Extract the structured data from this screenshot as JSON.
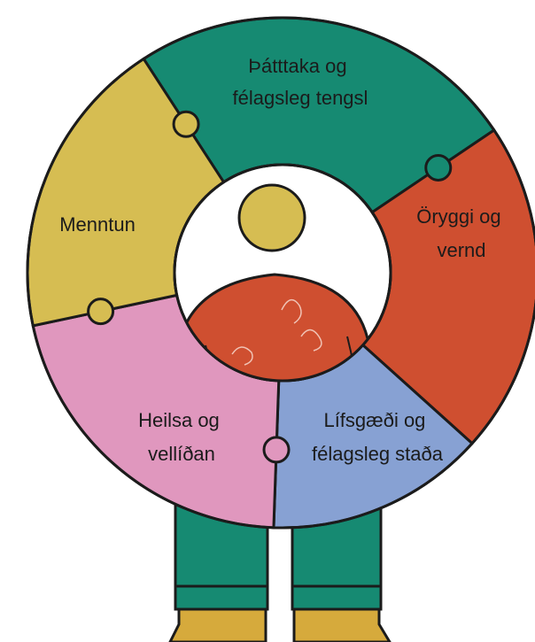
{
  "diagram": {
    "segments": [
      {
        "id": "participation",
        "label_lines": [
          "Þátttaka og",
          "félagsleg tengsl"
        ],
        "color": "#168a72"
      },
      {
        "id": "safety",
        "label_lines": [
          "Öryggi og",
          "vernd"
        ],
        "color": "#cf4f30"
      },
      {
        "id": "quality",
        "label_lines": [
          "Lífsgæði og",
          "félagsleg staða"
        ],
        "color": "#87a1d3"
      },
      {
        "id": "health",
        "label_lines": [
          "Heilsa og",
          "vellíðan"
        ],
        "color": "#e097be"
      },
      {
        "id": "education",
        "label_lines": [
          "Menntun"
        ],
        "color": "#d6bd52"
      }
    ],
    "figure": {
      "head_color": "#d6bd52",
      "body_color": "#cf4f30",
      "pants_color": "#168a72",
      "boots_color": "#d6aa3c",
      "outline_color": "#1b1b1b"
    }
  }
}
